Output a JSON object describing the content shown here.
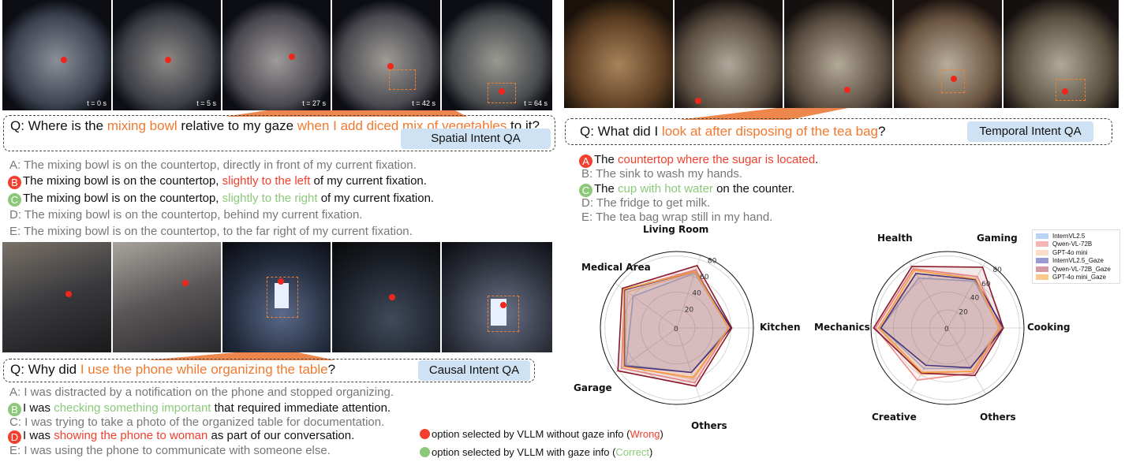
{
  "spatial": {
    "time_labels": [
      "t = 0 s",
      "t = 5 s",
      "t = 27 s",
      "t = 42 s",
      "t = 64 s"
    ],
    "question": {
      "q": "Q: Where is the ",
      "h1": "mixing bowl",
      "m": " relative to my gaze ",
      "h2": "when I add diced mix of vegetables",
      "e": " to it?"
    },
    "tag": "Spatial Intent QA",
    "options": {
      "a": "A: The mixing bowl is on the countertop, directly in front of my current fixation.",
      "b_letter": "B",
      "b1": "The mixing bowl is on the countertop, ",
      "b_hl": "slightly to the left",
      "b2": " of my current fixation.",
      "c_letter": "C",
      "c1": "The mixing bowl is on the countertop, ",
      "c_hl": "slightly to the right",
      "c2": " of my current fixation.",
      "d": "D: The mixing bowl is on the countertop, behind my current fixation.",
      "e": "E: The mixing bowl is on the countertop, to the far right of my current fixation."
    }
  },
  "causal": {
    "question": {
      "q": "Q: Why did ",
      "h1": "I use the phone while organizing the table",
      "e": "?"
    },
    "tag": "Causal Intent QA",
    "options": {
      "a": "A: I was distracted by a notification on the phone and stopped organizing.",
      "b_letter": "B",
      "b1": "I was ",
      "b_hl": "checking something important",
      "b2": " that required immediate attention.",
      "c": "C: I was trying to take a photo of the organized table for documentation.",
      "d_letter": "D",
      "d1": "I was ",
      "d_hl": "showing the phone to woman",
      "d2": " as part of our conversation.",
      "e": "E: I was using the phone to communicate with someone else."
    }
  },
  "temporal": {
    "question": {
      "q": "Q: What did I ",
      "h1": "look at after disposing of the tea bag",
      "e": "?"
    },
    "tag": "Temporal Intent QA",
    "options": {
      "a_letter": "A",
      "a1": "The ",
      "a_hl": "countertop where the sugar is located",
      "a2": ".",
      "b": "B: The sink to wash my hands.",
      "c_letter": "C",
      "c1": "The ",
      "c_hl": "cup with hot water",
      "c2": " on the counter.",
      "d": "D: The fridge to get milk.",
      "e": "E: The tea bag wrap still in my hand."
    }
  },
  "key": {
    "wrong_pre": "option selected by VLLM without gaze info (",
    "wrong": "Wrong",
    "wrong_post": ")",
    "correct_pre": "option selected by VLLM with gaze info (",
    "correct": "Correct",
    "correct_post": ")"
  },
  "chart_data": [
    {
      "type": "radar",
      "axes": [
        "Kitchen",
        "Living Room",
        "Medical Area",
        "Garage",
        "Others"
      ],
      "rticks": [
        0,
        20,
        40,
        60,
        80
      ],
      "rlim": [
        0,
        85
      ],
      "series": [
        {
          "name": "InternVL2.5",
          "values": [
            58,
            64,
            60,
            70,
            52
          ],
          "color": "#8fb4ea"
        },
        {
          "name": "Qwen-VL-72B",
          "values": [
            58,
            68,
            72,
            76,
            64
          ],
          "color": "#f08a8a"
        },
        {
          "name": "GPT-4o mini",
          "values": [
            57,
            65,
            68,
            72,
            60
          ],
          "color": "#fac4a6"
        },
        {
          "name": "InternVL2.5_Gaze",
          "values": [
            60,
            66,
            72,
            72,
            52
          ],
          "color": "#2a2a8a"
        },
        {
          "name": "Qwen-VL-72B_Gaze",
          "values": [
            61,
            73,
            75,
            81,
            68
          ],
          "color": "#8b1a2a"
        },
        {
          "name": "GPT-4o mini_Gaze",
          "values": [
            58,
            66,
            73,
            73,
            58
          ],
          "color": "#f59a3a"
        }
      ]
    },
    {
      "type": "radar",
      "axes": [
        "Cooking",
        "Gaming",
        "Health",
        "Mechanics",
        "Creative",
        "Others"
      ],
      "rticks": [
        0,
        20,
        40,
        60,
        80
      ],
      "rlim": [
        0,
        85
      ],
      "legend": "top-right",
      "series": [
        {
          "name": "InternVL2.5",
          "values": [
            58,
            60,
            64,
            74,
            52,
            52
          ],
          "color": "#8fb4ea"
        },
        {
          "name": "Qwen-VL-72B",
          "values": [
            60,
            66,
            76,
            80,
            67,
            58
          ],
          "color": "#f08a8a"
        },
        {
          "name": "GPT-4o mini",
          "values": [
            57,
            62,
            70,
            77,
            60,
            55
          ],
          "color": "#fac4a6"
        },
        {
          "name": "InternVL2.5_Gaze",
          "values": [
            62,
            62,
            70,
            74,
            48,
            51
          ],
          "color": "#2a2a8a"
        },
        {
          "name": "Qwen-VL-72B_Gaze",
          "values": [
            62,
            78,
            79,
            82,
            58,
            61
          ],
          "color": "#8b1a2a"
        },
        {
          "name": "GPT-4o mini_Gaze",
          "values": [
            58,
            63,
            74,
            76,
            57,
            56
          ],
          "color": "#f59a3a"
        }
      ]
    }
  ]
}
